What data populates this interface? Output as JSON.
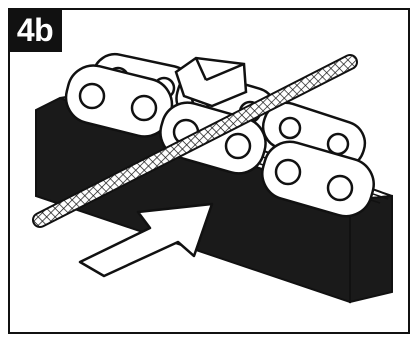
{
  "step_label": "4b",
  "colors": {
    "ink": "#111111",
    "paper": "#ffffff",
    "bar_fill": "#1a1a1a"
  },
  "illustration": {
    "subject": "chain-on-bar-with-file",
    "icons": [
      "guide-bar",
      "saw-chain",
      "round-file",
      "direction-arrow"
    ]
  }
}
